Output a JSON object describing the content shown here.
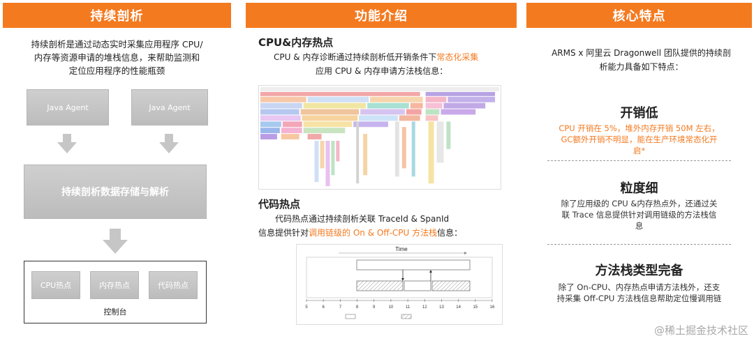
{
  "left": {
    "header": "持续剖析",
    "intro_lines": [
      "持续剖析是通过动态实时采集应用程序 CPU/",
      "内存等资源申请的堆栈信息，来帮助监测和",
      "定位应用程序的性能瓶颈"
    ],
    "agent1": "Java Agent",
    "agent2": "Java Agent",
    "storage": "持续剖析数据存储与解析",
    "hot_cpu": "CPU热点",
    "hot_mem": "内存热点",
    "hot_code": "代码热点",
    "console": "控制台"
  },
  "mid": {
    "header": "功能介绍",
    "sec1_title": "CPU&内存热点",
    "sec1_line1_a": "CPU & 内存诊断通过持续剖析低开销条件下",
    "sec1_line1_b": "常态化采集",
    "sec1_line2": "应用 CPU & 内存申请方法栈信息：",
    "sec2_title": "代码热点",
    "sec2_line1": "代码热点通过持续剖析关联 TraceId & SpanId",
    "sec2_line2_a": "信息提供针对",
    "sec2_line2_b": "调用链级的 On & Off-CPU 方法栈",
    "sec2_line2_c": "信息：",
    "timeline_title": "Time",
    "timeline_ticks": [
      "5",
      "6",
      "7",
      "8",
      "9",
      "10",
      "11",
      "12",
      "13",
      "14",
      "15",
      "16"
    ]
  },
  "right": {
    "header": "核心特点",
    "intro_lines": [
      "ARMS x 阿里云 Dragonwell 团队提供的持续剖",
      "析能力具备如下特点："
    ],
    "f1_title": "开销低",
    "f1_lines": [
      "CPU 开销在 5%，堆外内存开销 50M 左右，",
      "GC额外开销不明显，能在生产环境常态化开",
      "启*"
    ],
    "f2_title": "粒度细",
    "f2_lines": [
      "除了应用级的 CPU &内存热点外，还通过关",
      "联 Trace 信息提供针对调用链级的方法栈信",
      "息"
    ],
    "f3_title": "方法栈类型完备",
    "f3_lines": [
      "除了 On-CPU、内存热点申请方法栈外，还支",
      "持采集 Off-CPU 方法栈信息帮助定位慢调用链"
    ]
  },
  "watermark": "@稀土掘金技术社区",
  "colors": {
    "accent": "#f47a20",
    "box_gray": "#c4c4c4"
  }
}
